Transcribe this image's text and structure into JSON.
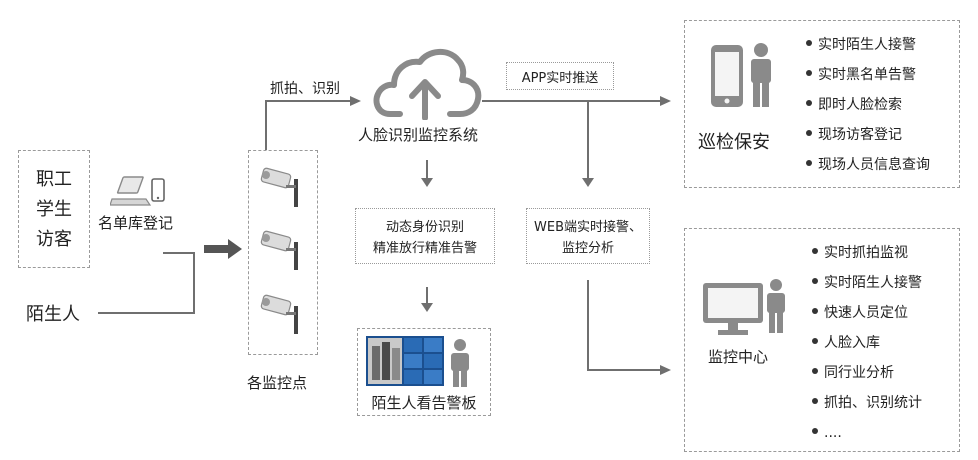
{
  "people": {
    "registered": [
      "职工",
      "学生",
      "访客"
    ],
    "stranger": "陌生人"
  },
  "steps": {
    "register": "名单库登记",
    "capture": "抓拍、识别",
    "monitor_points": "各监控点",
    "system": "人脸识别监控系统",
    "app_push": "APP实时推送",
    "dynamic_line1": "动态身份识别",
    "dynamic_line2": "精准放行精准告警",
    "web_line1": "WEB端实时接警、",
    "web_line2": "监控分析",
    "board": "陌生人看告警板"
  },
  "patrol": {
    "title": "巡检保安",
    "features": [
      "实时陌生人接警",
      "实时黑名单告警",
      "即时人脸检索",
      "现场访客登记",
      "现场人员信息查询"
    ]
  },
  "center": {
    "title": "监控中心",
    "features": [
      "实时抓拍监视",
      "实时陌生人接警",
      "快速人员定位",
      "人脸入库",
      "同行业分析",
      "抓拍、识别统计",
      "...."
    ]
  },
  "colors": {
    "line": "#6f6f6f",
    "icon": "#8a8a8a",
    "dash": "#9a9a9a",
    "screen": "#2a6bb5"
  }
}
